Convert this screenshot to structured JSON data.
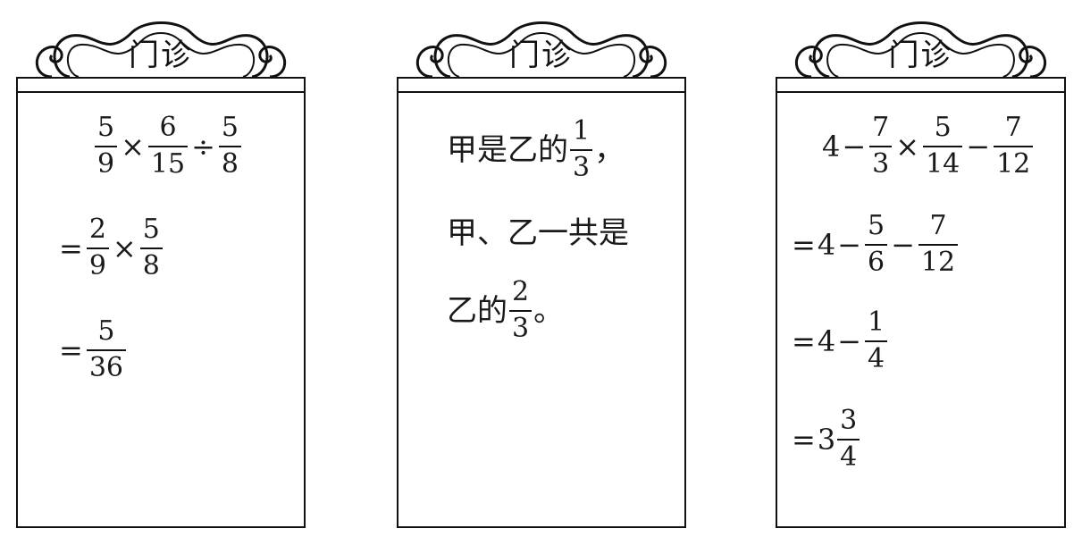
{
  "panels": [
    {
      "title": "门诊",
      "lines": [
        [
          {
            "t": "frac",
            "n": "5",
            "d": "9"
          },
          {
            "t": "op",
            "v": "×"
          },
          {
            "t": "frac",
            "n": "6",
            "d": "15"
          },
          {
            "t": "op",
            "v": "÷"
          },
          {
            "t": "frac",
            "n": "5",
            "d": "8"
          }
        ],
        [
          {
            "t": "op",
            "v": "="
          },
          {
            "t": "frac",
            "n": "2",
            "d": "9"
          },
          {
            "t": "op",
            "v": "×"
          },
          {
            "t": "frac",
            "n": "5",
            "d": "8"
          }
        ],
        [
          {
            "t": "op",
            "v": "="
          },
          {
            "t": "frac",
            "n": "5",
            "d": "36"
          }
        ]
      ]
    },
    {
      "title": "门诊",
      "lines": [
        [
          {
            "t": "text",
            "v": "甲是乙的"
          },
          {
            "t": "frac",
            "n": "1",
            "d": "3"
          },
          {
            "t": "text",
            "v": "，"
          }
        ],
        [
          {
            "t": "text",
            "v": "甲、乙一共是"
          }
        ],
        [
          {
            "t": "text",
            "v": "乙的"
          },
          {
            "t": "frac",
            "n": "2",
            "d": "3"
          },
          {
            "t": "text",
            "v": "。"
          }
        ]
      ]
    },
    {
      "title": "门诊",
      "lines": [
        [
          {
            "t": "num",
            "v": "4"
          },
          {
            "t": "op",
            "v": "−"
          },
          {
            "t": "frac",
            "n": "7",
            "d": "3"
          },
          {
            "t": "op",
            "v": "×"
          },
          {
            "t": "frac",
            "n": "5",
            "d": "14"
          },
          {
            "t": "op",
            "v": "−"
          },
          {
            "t": "frac",
            "n": "7",
            "d": "12"
          }
        ],
        [
          {
            "t": "op",
            "v": "="
          },
          {
            "t": "num",
            "v": "4"
          },
          {
            "t": "op",
            "v": "−"
          },
          {
            "t": "frac",
            "n": "5",
            "d": "6"
          },
          {
            "t": "op",
            "v": "−"
          },
          {
            "t": "frac",
            "n": "7",
            "d": "12"
          }
        ],
        [
          {
            "t": "op",
            "v": "="
          },
          {
            "t": "num",
            "v": "4"
          },
          {
            "t": "op",
            "v": "−"
          },
          {
            "t": "frac",
            "n": "1",
            "d": "4"
          }
        ],
        [
          {
            "t": "op",
            "v": "="
          },
          {
            "t": "num",
            "v": "3"
          },
          {
            "t": "frac",
            "n": "3",
            "d": "4"
          }
        ]
      ]
    }
  ]
}
